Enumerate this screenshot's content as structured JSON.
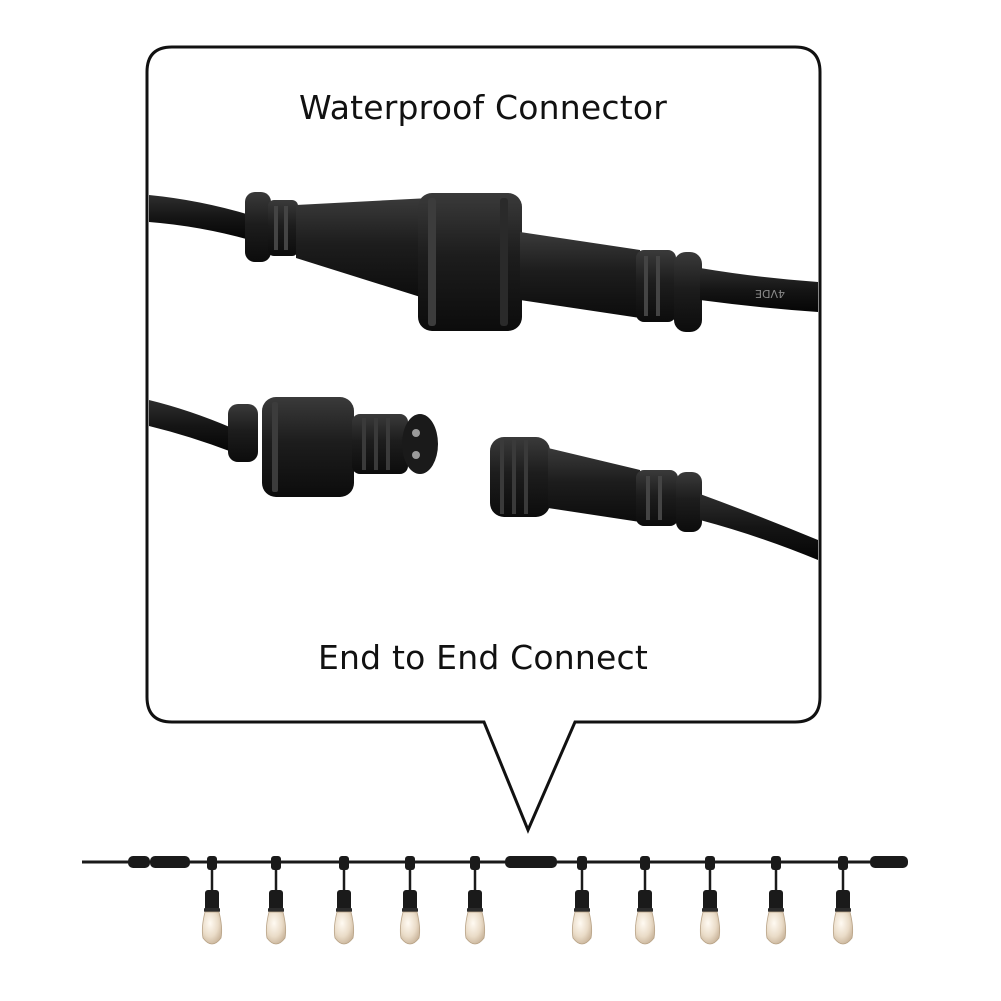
{
  "callout": {
    "title": "Waterproof Connector",
    "subtitle": "End to End Connect"
  },
  "cable_print": "4VDE",
  "colors": {
    "background": "#ffffff",
    "outline": "#111111",
    "connector": "#1c1c1c",
    "bulb_glass": "#e6d9c8"
  },
  "string_lights": {
    "bulb_count": 10,
    "inline_connector_count": 3
  }
}
